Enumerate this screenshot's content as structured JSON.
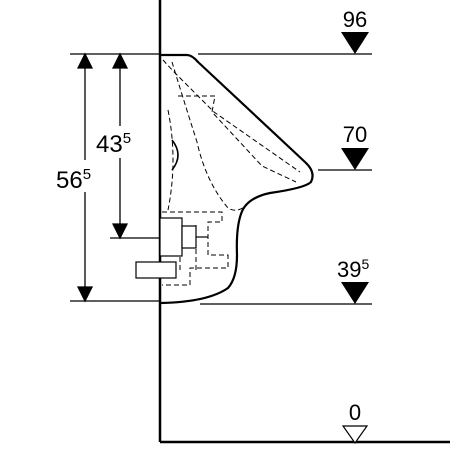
{
  "drawing": {
    "dimensions": {
      "overall_height": {
        "main": "56",
        "sup": "5"
      },
      "inner_height": {
        "main": "43",
        "sup": "5"
      }
    },
    "elevations": {
      "top": {
        "label": "96"
      },
      "lip": {
        "label": "70"
      },
      "bottom": {
        "main": "39",
        "sup": "5"
      },
      "floor": {
        "label": "0"
      }
    }
  }
}
